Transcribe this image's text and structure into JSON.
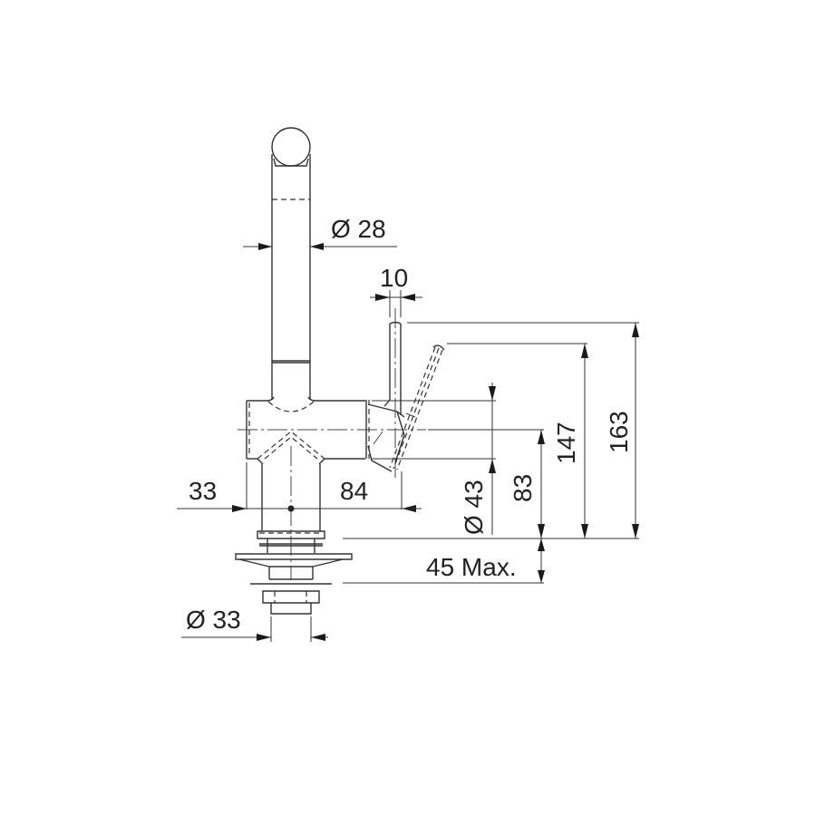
{
  "diagram": {
    "type": "technical-drawing",
    "subject": "kitchen faucet side elevation with dimensions",
    "units": "mm",
    "line_color": "#333333",
    "background": "#ffffff"
  },
  "dimensions": {
    "spout_diameter": "Ø 28",
    "lever_width": "10",
    "overhang_left": "33",
    "reach": "84",
    "body_diameter": "Ø 43",
    "body_height": "83",
    "lever_tip_height": "147",
    "total_height": "163",
    "mount_thickness": "45 Max.",
    "shank_diameter": "Ø 33"
  }
}
